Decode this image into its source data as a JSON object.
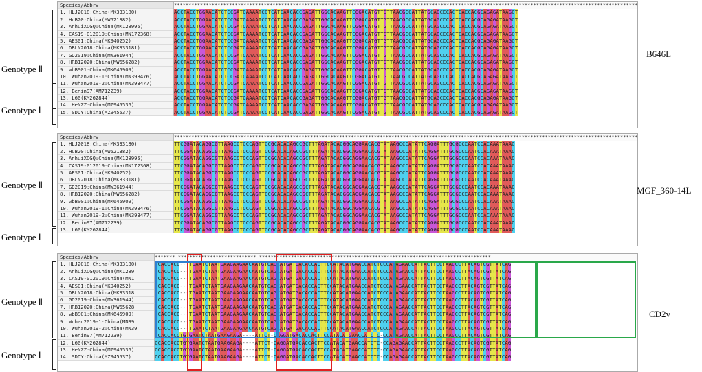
{
  "panels": [
    {
      "id": "b646l",
      "gene": "B646L",
      "header": "Species/Abbrv",
      "consensus": "**************************************************************************************************************************************************************************************",
      "rows": [
        "1. HLJ2018:China(MK333180)",
        "2. HuB20:China(MW521382)",
        "3. AnhuiXCGQ:China(MK128995)",
        "4. CAS19-012019:China(MN172368)",
        "5. AES01:China(MK940252)",
        "6. DBLN2018:China(MK333181)",
        "7. GD2019:China(MW361944)",
        "8. HRB12020:China(MW656282)",
        "9. wbBS01:China(MK645909)",
        "10. Wuhan2019-1:China(MN393476)",
        "11. Wuhan2019-2:China(MN393477)",
        "12. Benin97(AM712239)",
        "13. L60(KM262844)",
        "14. HeNZZ:China(MZ945536)",
        "15. SDDY:China(MZ945537)"
      ],
      "seq": "ACCTACCTGGAACATCTCCGATCAAAATCCTCATCAACACCGAGATTGGCACAAGTTCGGACATGTTGTTAACGCCATTATGCAGCCCACTCACCACGCAGAGATAAGCT",
      "genotypes": [
        {
          "label": "Genotype Ⅱ"
        },
        {
          "label": "Genotype Ⅰ"
        }
      ]
    },
    {
      "id": "mgf",
      "gene": "MGF_360-14L",
      "header": "Species/Abbrv",
      "consensus": "**************************************************************************************************************************************************************************************",
      "rows": [
        "1. HLJ2018:China(MK333180)",
        "2. HuB20:China(MW521382)",
        "3. AnhuiXCGQ:China(MK128995)",
        "4. CAS19-012019:China(MN172368)",
        "5. AES01:China(MK940252)",
        "6. DBLN2018:China(MK333181)",
        "7. GD2019:China(MW361944)",
        "8. HRB12020:China(MW656282)",
        "9. wbBS01:China(MK645909)",
        "10. Wuhan2019-1:China(MN393476)",
        "11. Wuhan2019-2:China(MN393477)",
        "12. Benin97(AM712239)",
        "13. L60(KM262844)"
      ],
      "seq": "TTCGGATACAGGCGTTAAGCCTCCCAGTTCCGCACACAGCCGCTTTAGATACACGGCAGGAACACGTATAAGCCCATATTCAGGATTTGCGCCCAATCCACAAATAAAC",
      "genotypes": [
        {
          "label": "Genotype Ⅱ"
        },
        {
          "label": "Genotype Ⅰ"
        }
      ]
    },
    {
      "id": "cd2v",
      "gene": "CD2v",
      "header": "Species/Abbrv",
      "consensus": "*******  ***************************  ********************************************************************************",
      "rows": [
        "1. HLJ2018:China(MK333180)",
        "2. AnhuiXCGQ:China(MK1289",
        "3. CAS19-012019:China(MN1",
        "4. AES01:China(MK940252)",
        "5. DBLN2018:China(MK33318",
        "6. GD2019:China(MW361944)",
        "7. HRB12020:China(MW65628",
        "8. wbBS01:China(MK645909)",
        "9. Wuhan2019-1:China(MN39",
        "10. Wuhan2019-2:China(MN39",
        "11. Benin97(AM712239)",
        "12. L60(KM262844)",
        "13. HeNZZ:China(MZ945536)",
        "14. SDDY:China(MZ945537)"
      ],
      "seq": "CCACCACC---TGAATCTAATGAAGAAGAACAATGTCAGCATGATGACACCACTTCCATACATGAACCATCTCCCAGAGAACCATTACTTCCTAAGCCTTACAGTCGTTATCAG",
      "seq_g1": "CCACCACCTGTGAATCTAATGAAGAAGA----ATTCT-CAGGATGACACCACTTCCATACATGAACCATCTC-CCAGAGAACCATTACTTCCTAAGCCTTACAGTCGTTATCAG",
      "genotypes": [
        {
          "label": "Genotype Ⅱ"
        },
        {
          "label": "Genotype Ⅰ"
        }
      ]
    }
  ],
  "colors": {
    "A": "#e05a5a",
    "C": "#4fd0ee",
    "G": "#c957d8",
    "T": "#e6e64a",
    "box_red": "#e02020",
    "box_blue": "#2f7fd0",
    "box_green": "#2aa84a"
  }
}
